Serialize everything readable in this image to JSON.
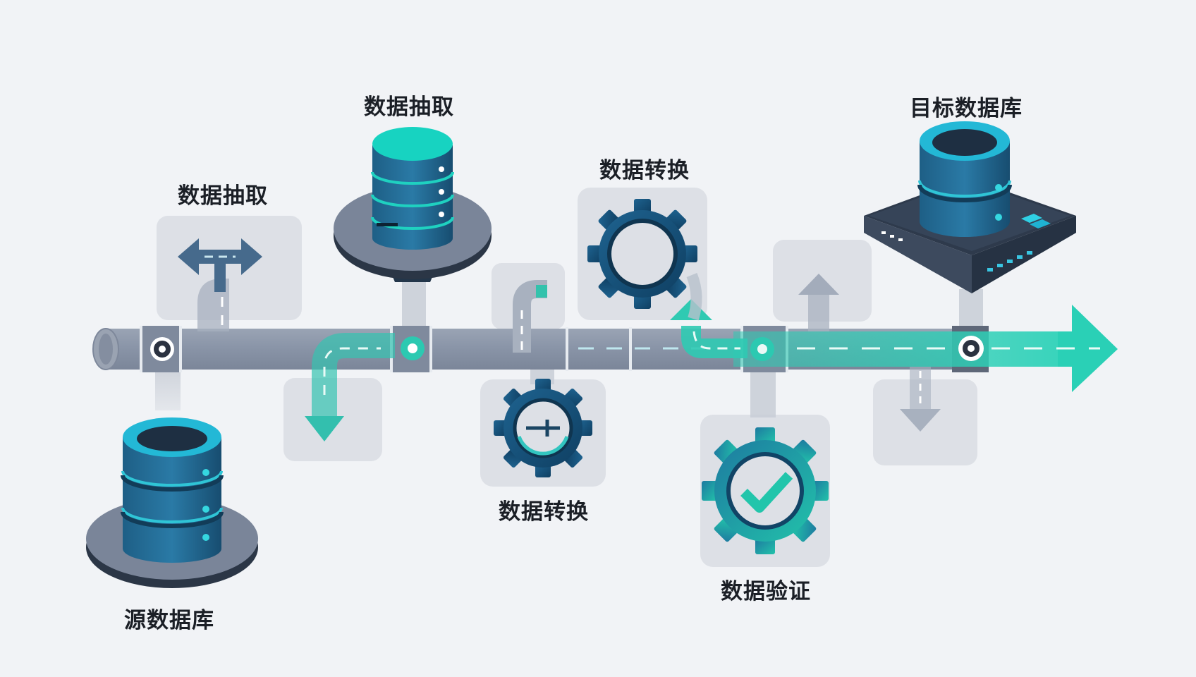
{
  "labels": {
    "source_db": "源数据库",
    "extract_1": "数据抽取",
    "extract_2": "数据抽取",
    "transform_1": "数据转换",
    "transform_2": "数据转换",
    "validate": "数据验证",
    "target_db": "目标数据库"
  },
  "icons": {
    "source_db": "database-cylinder-icon",
    "extract_db": "database-cylinder-icon",
    "extract": "bidirectional-arrow-icon",
    "transform_gear": "gear-icon",
    "transform_plus": "gear-plus-icon",
    "validate": "gear-check-icon",
    "target_db": "server-database-icon"
  },
  "colors": {
    "teal": "#25cdb3",
    "navy": "#1d5d84",
    "pipe": "#8d98aa",
    "panel": "#dfe2e8"
  }
}
